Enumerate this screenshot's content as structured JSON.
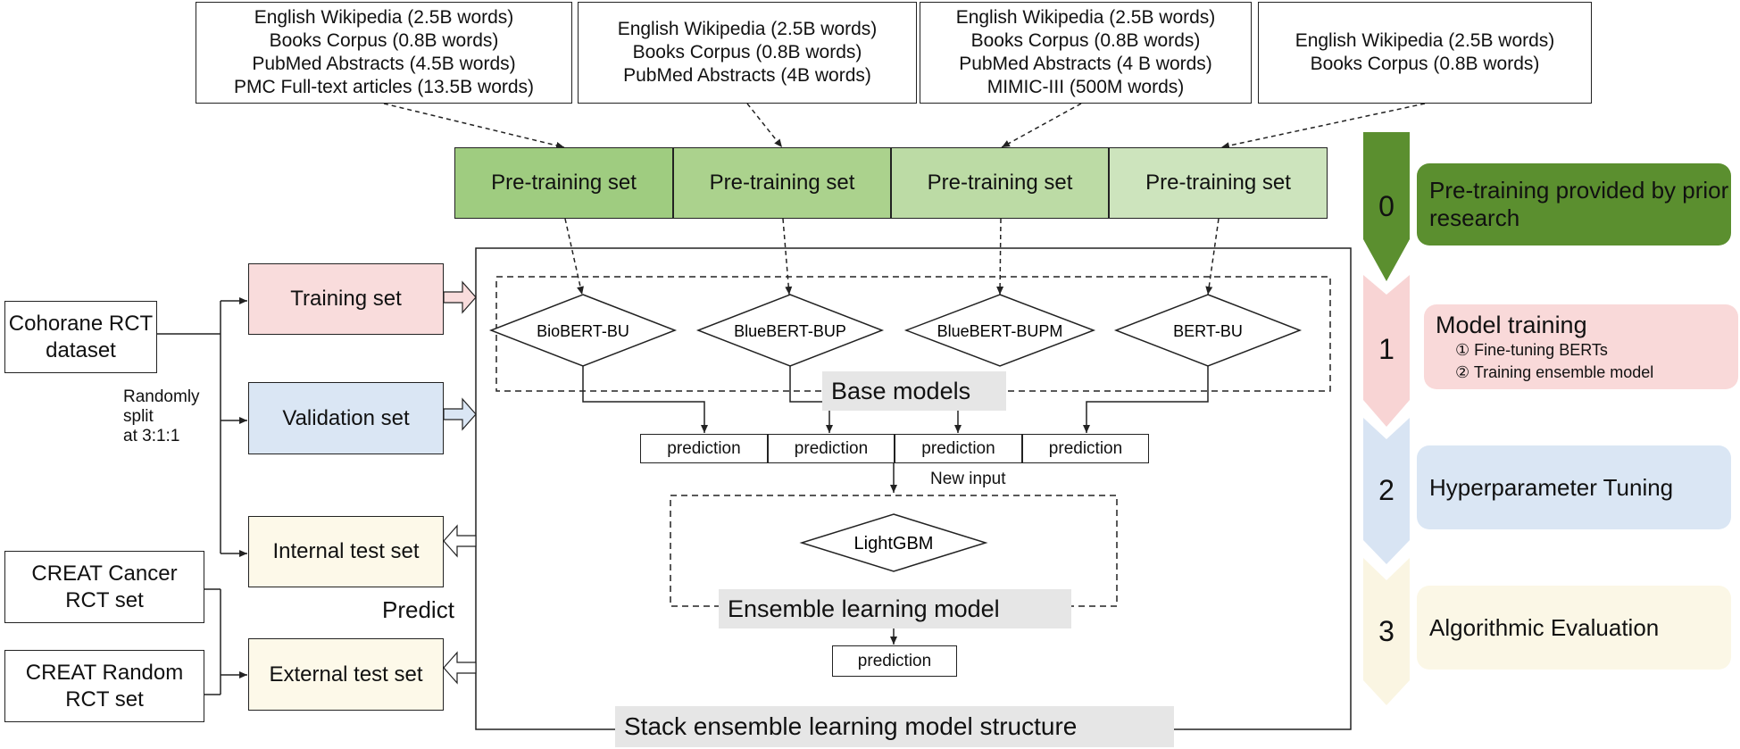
{
  "corpora": [
    {
      "lines": [
        "English Wikipedia (2.5B words)",
        "Books Corpus (0.8B words)",
        "PubMed Abstracts (4.5B words)",
        "PMC Full-text articles (13.5B words)"
      ]
    },
    {
      "lines": [
        "English Wikipedia (2.5B words)",
        "Books Corpus (0.8B words)",
        "PubMed Abstracts (4B words)"
      ]
    },
    {
      "lines": [
        "English Wikipedia (2.5B words)",
        "Books Corpus (0.8B words)",
        "PubMed Abstracts (4 B words)",
        "MIMIC-III (500M words)"
      ]
    },
    {
      "lines": [
        "English Wikipedia (2.5B words)",
        "Books Corpus (0.8B words)"
      ]
    }
  ],
  "pretraining_sets": [
    "Pre-training set",
    "Pre-training set",
    "Pre-training set",
    "Pre-training set"
  ],
  "base_models": [
    "BioBERT-BU",
    "BlueBERT-BUP",
    "BlueBERT-BUPM",
    "BERT-BU"
  ],
  "predictions": [
    "prediction",
    "prediction",
    "prediction",
    "prediction"
  ],
  "labels": {
    "base_models": "Base models",
    "new_input": "New input",
    "lightgbm": "LightGBM",
    "ensemble": "Ensemble learning model",
    "final_prediction": "prediction",
    "structure": "Stack ensemble learning model structure",
    "predict": "Predict",
    "split": [
      "Randomly",
      "split",
      "at 3:1:1"
    ]
  },
  "sources": {
    "cochrane": [
      "Cohorane RCT",
      "dataset"
    ],
    "cancer": [
      "CREAT Cancer",
      "RCT set"
    ],
    "random": [
      "CREAT Random",
      "RCT set"
    ]
  },
  "datasets": {
    "training": "Training set",
    "validation": "Validation set",
    "internal": "Internal test set",
    "external": "External test set"
  },
  "steps": [
    {
      "number": "0",
      "title": "Pre-training provided by prior research",
      "color": "#5b8f2f"
    },
    {
      "number": "1",
      "title": "Model training",
      "subs": [
        "① Fine-tuning BERTs",
        "② Training ensemble model"
      ],
      "color": "#f9d9d9"
    },
    {
      "number": "2",
      "title": "Hyperparameter Tuning",
      "color": "#dae6f4"
    },
    {
      "number": "3",
      "title": "Algorithmic Evaluation",
      "color": "#fbf7e6"
    }
  ],
  "colors": {
    "pretrain": [
      "#9fcc80",
      "#abd28d",
      "#bcdba5",
      "#cde4bd"
    ],
    "training": "#f9dcdc",
    "validation": "#dae6f4",
    "test": "#fdf9e9",
    "chevron0": "#5b8f2f",
    "chevron1": "#f8d4d4",
    "chevron2": "#d8e4f3",
    "chevron3": "#faf5e2"
  }
}
